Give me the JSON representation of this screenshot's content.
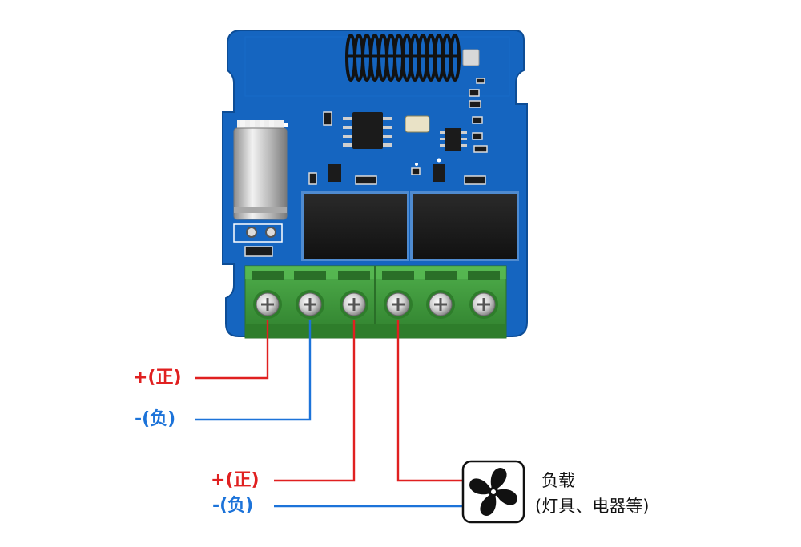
{
  "labels": {
    "positive": "+(正)",
    "negative": "-(负)",
    "positive_2": "+(正)",
    "negative_2": "-(负)",
    "load_title": "负载",
    "load_examples": "(灯具、电器等)"
  },
  "icons": {
    "load": "fan-icon"
  },
  "colors": {
    "positive_wire": "#e02020",
    "negative_wire": "#1c73d9",
    "pcb": "#1565c0",
    "terminal": "#3f9a3c"
  }
}
